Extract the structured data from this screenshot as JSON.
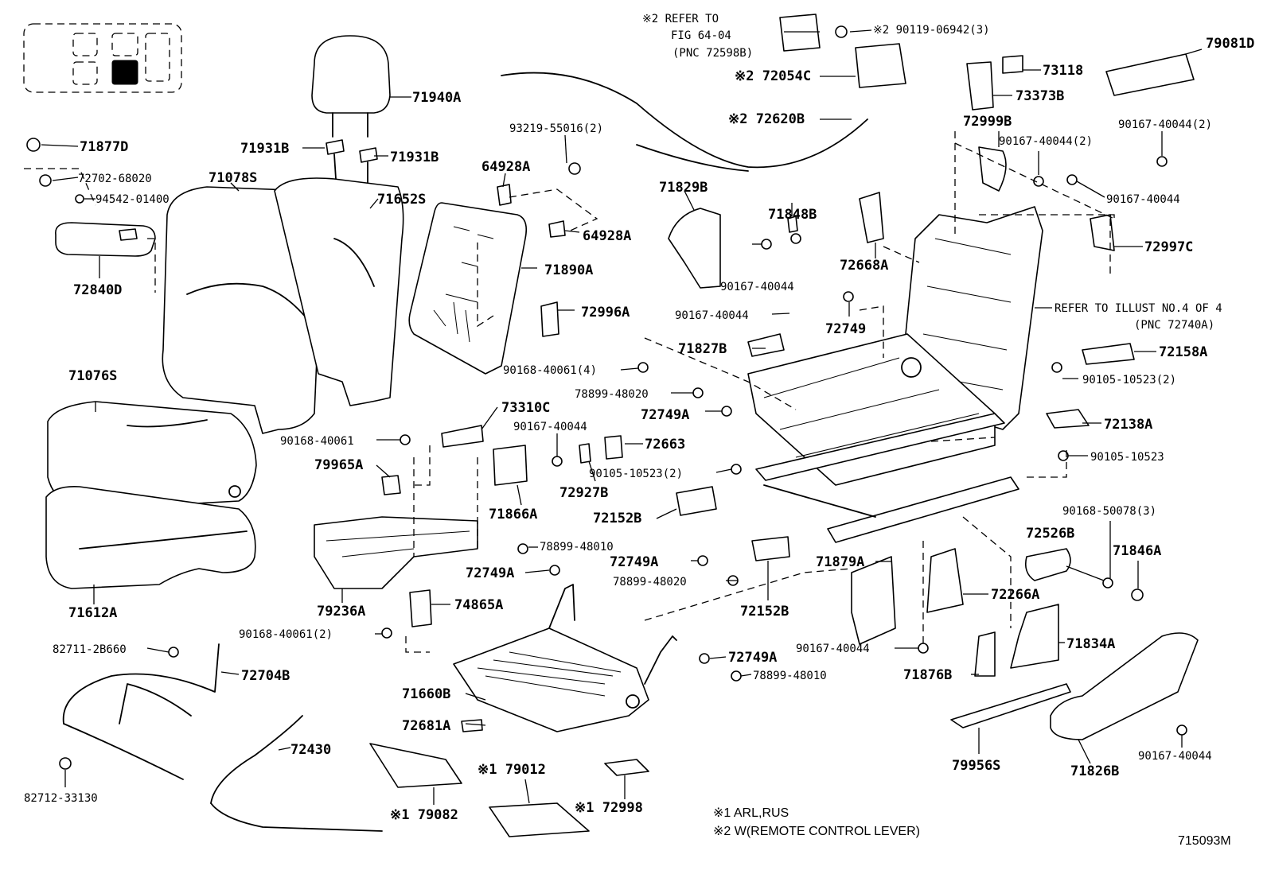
{
  "figure_id": "715093M",
  "notes": {
    "n1": "※1 ARL,RUS",
    "n2": "※2 W(REMOTE CONTROL LEVER)"
  },
  "refer_fig": {
    "line1": "※2 REFER TO",
    "line2": "FIG 64-04",
    "line3": "(PNC 72598B)"
  },
  "refer_illust": {
    "line1": "REFER TO ILLUST NO.4 OF 4",
    "line2": "(PNC 72740A)"
  },
  "parts": [
    {
      "id": "71940A",
      "label": "71940A"
    },
    {
      "id": "71931B_a",
      "label": "71931B"
    },
    {
      "id": "71931B_b",
      "label": "71931B"
    },
    {
      "id": "71877D",
      "label": "71877D"
    },
    {
      "id": "72702-68020",
      "label": "72702-68020"
    },
    {
      "id": "94542-01400",
      "label": "94542-01400"
    },
    {
      "id": "71078S",
      "label": "71078S"
    },
    {
      "id": "71652S",
      "label": "71652S"
    },
    {
      "id": "72840D",
      "label": "72840D"
    },
    {
      "id": "93219-55016",
      "label": "93219-55016(2)"
    },
    {
      "id": "64928A_a",
      "label": "64928A"
    },
    {
      "id": "64928A_b",
      "label": "64928A"
    },
    {
      "id": "71890A",
      "label": "71890A"
    },
    {
      "id": "72996A",
      "label": "72996A"
    },
    {
      "id": "90168-40061-4",
      "label": "90168-40061(4)"
    },
    {
      "id": "90119-06942",
      "label": "※2 90119-06942(3)"
    },
    {
      "id": "72054C",
      "label": "※2 72054C"
    },
    {
      "id": "72620B",
      "label": "※2 72620B"
    },
    {
      "id": "73118",
      "label": "73118"
    },
    {
      "id": "73373B",
      "label": "73373B"
    },
    {
      "id": "79081D",
      "label": "79081D"
    },
    {
      "id": "72999B",
      "label": "72999B"
    },
    {
      "id": "90167-40044-2",
      "label": "90167-40044(2)"
    },
    {
      "id": "90167-40044-2b",
      "label": "90167-40044(2)"
    },
    {
      "id": "90167-40044-r1",
      "label": "90167-40044"
    },
    {
      "id": "72997C",
      "label": "72997C"
    },
    {
      "id": "71829B",
      "label": "71829B"
    },
    {
      "id": "71848B",
      "label": "71848B"
    },
    {
      "id": "90167-40044-m1",
      "label": "90167-40044"
    },
    {
      "id": "72668A",
      "label": "72668A"
    },
    {
      "id": "90167-40044-m2",
      "label": "90167-40044"
    },
    {
      "id": "72749",
      "label": "72749"
    },
    {
      "id": "71827B",
      "label": "71827B"
    },
    {
      "id": "72158A",
      "label": "72158A"
    },
    {
      "id": "90105-10523-2",
      "label": "90105-10523(2)"
    },
    {
      "id": "72138A",
      "label": "72138A"
    },
    {
      "id": "90105-10523",
      "label": "90105-10523"
    },
    {
      "id": "71076S",
      "label": "71076S"
    },
    {
      "id": "71612A",
      "label": "71612A"
    },
    {
      "id": "90168-40061",
      "label": "90168-40061"
    },
    {
      "id": "79965A",
      "label": "79965A"
    },
    {
      "id": "73310C",
      "label": "73310C"
    },
    {
      "id": "90167-40044-c",
      "label": "90167-40044"
    },
    {
      "id": "72663",
      "label": "72663"
    },
    {
      "id": "78899-48020-a",
      "label": "78899-48020"
    },
    {
      "id": "72749A-a",
      "label": "72749A"
    },
    {
      "id": "72927B",
      "label": "72927B"
    },
    {
      "id": "90105-10523-2b",
      "label": "90105-10523(2)"
    },
    {
      "id": "71866A",
      "label": "71866A"
    },
    {
      "id": "72152B-a",
      "label": "72152B"
    },
    {
      "id": "79236A",
      "label": "79236A"
    },
    {
      "id": "78899-48010-a",
      "label": "78899-48010"
    },
    {
      "id": "72749A-b",
      "label": "72749A"
    },
    {
      "id": "72749A-c",
      "label": "72749A"
    },
    {
      "id": "78899-48020-b",
      "label": "78899-48020"
    },
    {
      "id": "72152B-b",
      "label": "72152B"
    },
    {
      "id": "71879A",
      "label": "71879A"
    },
    {
      "id": "72266A",
      "label": "72266A"
    },
    {
      "id": "72526B",
      "label": "72526B"
    },
    {
      "id": "90168-50078",
      "label": "90168-50078(3)"
    },
    {
      "id": "71846A",
      "label": "71846A"
    },
    {
      "id": "74865A",
      "label": "74865A"
    },
    {
      "id": "90168-40061-2",
      "label": "90168-40061(2)"
    },
    {
      "id": "82711-2B660",
      "label": "82711-2B660"
    },
    {
      "id": "72704B",
      "label": "72704B"
    },
    {
      "id": "71660B",
      "label": "71660B"
    },
    {
      "id": "72749A-d",
      "label": "72749A"
    },
    {
      "id": "78899-48010-b",
      "label": "78899-48010"
    },
    {
      "id": "90167-40044-bot",
      "label": "90167-40044"
    },
    {
      "id": "71834A",
      "label": "71834A"
    },
    {
      "id": "71876B",
      "label": "71876B"
    },
    {
      "id": "72430",
      "label": "72430"
    },
    {
      "id": "82712-33130",
      "label": "82712-33130"
    },
    {
      "id": "72681A",
      "label": "72681A"
    },
    {
      "id": "79012",
      "label": "※1 79012"
    },
    {
      "id": "79082",
      "label": "※1 79082"
    },
    {
      "id": "72998",
      "label": "※1 72998"
    },
    {
      "id": "79956S",
      "label": "79956S"
    },
    {
      "id": "71826B",
      "label": "71826B"
    },
    {
      "id": "90167-40044-br",
      "label": "90167-40044"
    }
  ]
}
